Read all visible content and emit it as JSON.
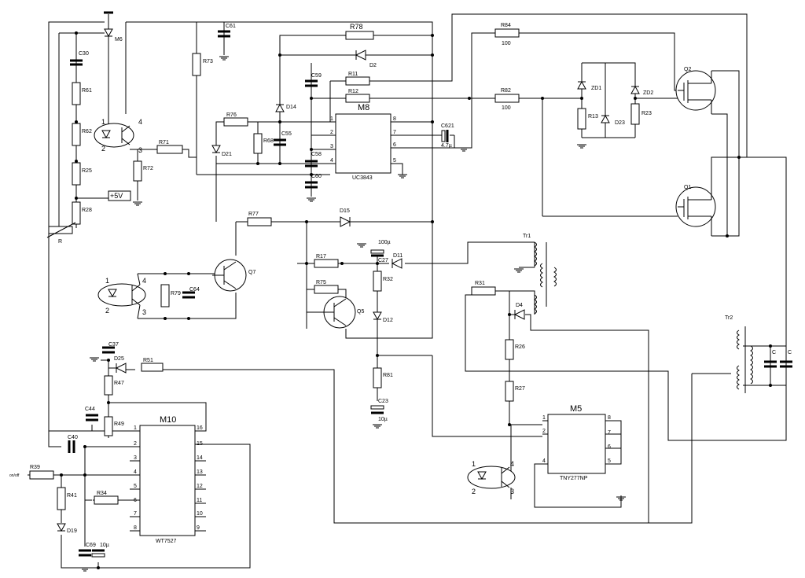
{
  "modules": {
    "m6": "M6",
    "m8": "M8",
    "m8_part": "UC3843",
    "m10": "M10",
    "m10_part": "WT7527",
    "m5": "M5",
    "m5_part": "TNY277NP"
  },
  "ic_pins": {
    "m8_left": [
      "1",
      "2",
      "3",
      "4"
    ],
    "m8_right": [
      "8",
      "7",
      "6",
      "5"
    ],
    "m10_left": [
      "1",
      "2",
      "3",
      "4",
      "5",
      "6",
      "7",
      "8"
    ],
    "m10_right": [
      "16",
      "15",
      "14",
      "13",
      "12",
      "11",
      "10",
      "9"
    ],
    "m5_left": [
      "1",
      "2",
      "4"
    ],
    "m5_right": [
      "8",
      "7",
      "6",
      "5"
    ]
  },
  "resistors": {
    "r61": "R61",
    "r62": "R62",
    "r25": "R25",
    "r28": "R28",
    "r73": "R73",
    "r72": "R72",
    "r71": "R71",
    "r76": "R76",
    "r68": "R68",
    "r78": "R78",
    "r11": "R11",
    "r12": "R12",
    "r84": "R84",
    "r84v": "100",
    "r82": "R82",
    "r82v": "100",
    "r13": "R13",
    "r23": "R23",
    "r77": "R77",
    "r17": "R17",
    "r75": "R75",
    "r32": "R32",
    "r79": "R79",
    "r31": "R31",
    "r26": "R26",
    "r27": "R27",
    "r81": "R81",
    "r51": "R51",
    "r47": "R47",
    "r49": "R49",
    "r39": "R39",
    "r41": "R41",
    "r34": "R34",
    "pot": "R"
  },
  "capacitors": {
    "c30": "C30",
    "c61": "C61",
    "c59": "C59",
    "c55": "C55",
    "c58": "C58",
    "c60": "C60",
    "c62": "C621",
    "c62v": "4.7µ",
    "c64": "C64",
    "c27": "C27",
    "c27v": "100µ",
    "c23": "C23",
    "c23v": "10µ",
    "c37": "C37",
    "c44": "C44",
    "c40": "C40",
    "c69": "C69",
    "c69v": "10µ",
    "tr2c1": "C",
    "tr2c2": "C"
  },
  "diodes": {
    "d14": "D14",
    "d21": "D21",
    "d15": "D15",
    "d11": "D11",
    "d12": "D12",
    "d4": "D4",
    "d25": "D25",
    "d19": "D19",
    "zd1": "ZD1",
    "zd2": "ZD2",
    "d23": "D23",
    "d22": "D2"
  },
  "transistors": {
    "q7": "Q7",
    "q5": "Q5",
    "q2": "Q2",
    "q1": "Q1"
  },
  "transformers": {
    "tr1": "Tr1",
    "tr2": "Tr2"
  },
  "optocouplers": {
    "top": {
      "p1": "1",
      "p2": "2",
      "p3": "3",
      "p4": "4"
    },
    "mid": {
      "p1": "1",
      "p2": "2",
      "p3": "3",
      "p4": "4"
    },
    "bottom": {
      "p1": "1",
      "p2": "2",
      "p3": "3",
      "p4": "4"
    }
  },
  "supply_label": "+5V",
  "input_label": "on/off"
}
